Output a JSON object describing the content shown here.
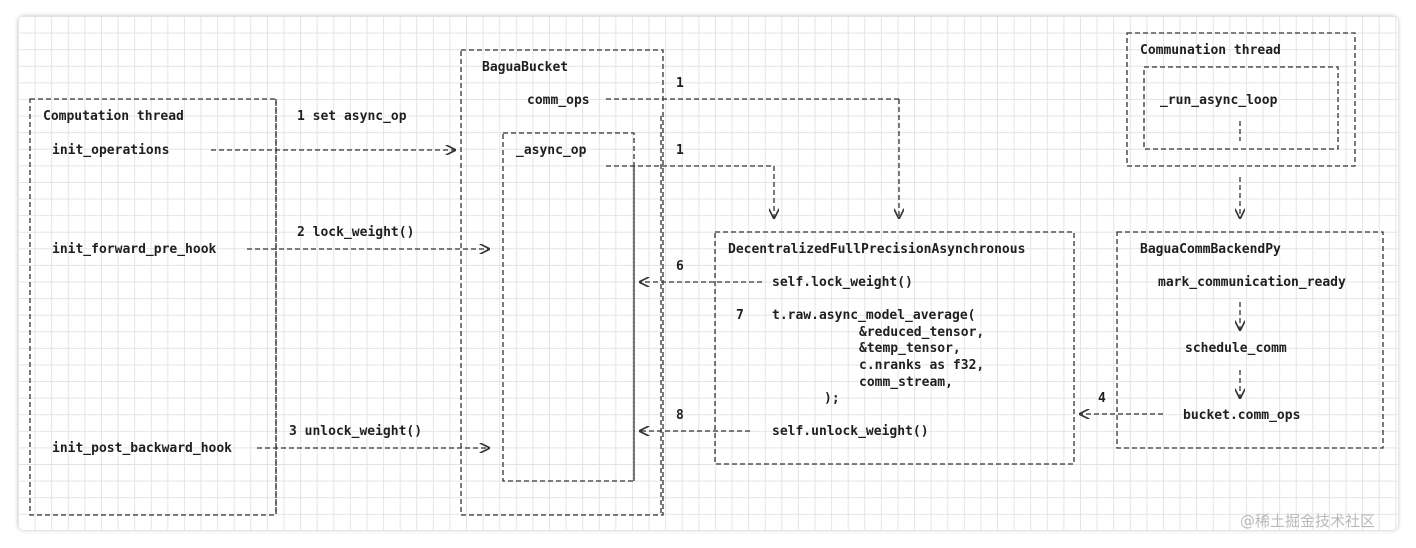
{
  "diagram": {
    "computation_box": {
      "title": "Computation thread",
      "items": [
        "init_operations",
        "init_forward_pre_hook",
        "init_post_backward_hook"
      ]
    },
    "bucket_box": {
      "title": "BaguaBucket",
      "comm_ops": "comm_ops",
      "async_op": "_async_op"
    },
    "communation_box": {
      "title": "Communation thread",
      "loop": "_run_async_loop"
    },
    "decentralized_box": {
      "title": "DecentralizedFullPrecisionAsynchronous",
      "lock": "self.lock_weight()",
      "average_lines": [
        "t.raw.async_model_average(",
        "&reduced_tensor,",
        "&temp_tensor,",
        "c.nranks as f32,",
        "comm_stream,",
        ");"
      ],
      "unlock": "self.unlock_weight()"
    },
    "backend_box": {
      "title": "BaguaCommBackendPy",
      "steps": [
        "mark_communication_ready",
        "schedule_comm",
        "bucket.comm_ops"
      ]
    },
    "edges": {
      "set_async_op": "1 set async_op",
      "lock_weight": "2 lock_weight()",
      "unlock_weight": "3 unlock_weight()",
      "comm_ops_num": "1",
      "async_op_num": "1",
      "to_bucket_num": "4",
      "lock_num": "6",
      "average_num": "7",
      "unlock_num": "8"
    }
  },
  "watermark": "@稀土掘金技术社区"
}
